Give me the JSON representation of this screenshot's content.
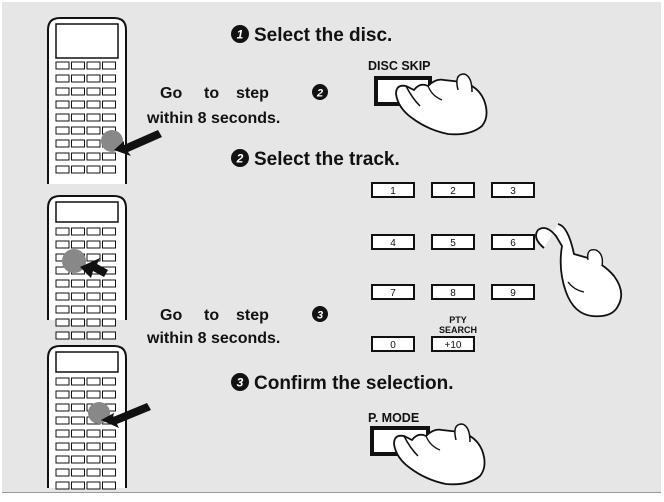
{
  "steps": [
    {
      "number": "1",
      "text": "Select the disc."
    },
    {
      "number": "2",
      "text": "Select the track."
    },
    {
      "number": "3",
      "text": "Confirm the selection."
    }
  ],
  "notes": [
    {
      "line1_words": [
        "Go",
        "to",
        "step"
      ],
      "step_number": "2",
      "line2": "within 8 seconds."
    },
    {
      "line1_words": [
        "Go",
        "to",
        "step"
      ],
      "step_number": "3",
      "line2": "within 8 seconds."
    }
  ],
  "buttons": {
    "disc_skip": "DISC SKIP",
    "p_mode": "P. MODE",
    "pty_search_line1": "PTY",
    "pty_search_line2": "SEARCH"
  },
  "keypad": [
    "1",
    "2",
    "3",
    "4",
    "5",
    "6",
    "7",
    "8",
    "9",
    "0",
    "+10"
  ],
  "colors": {
    "panel": "#e6e6e6",
    "ink": "#111111",
    "key_fill": "#ffffff",
    "press_dot": "#888888"
  }
}
